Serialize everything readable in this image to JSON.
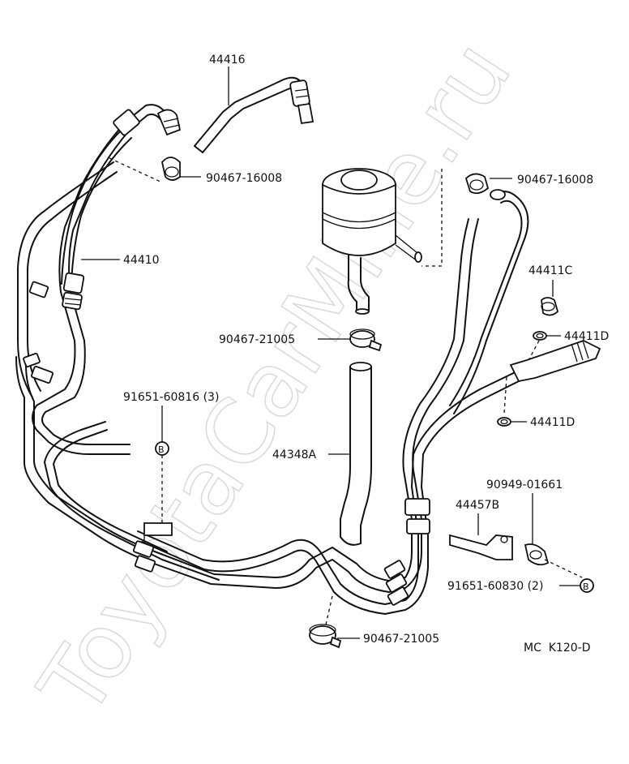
{
  "watermark": "ToyotaCarMine.ru",
  "callouts": {
    "pressure_tube": "44416",
    "clamp_top_left": "90467-16008",
    "return_tube": "44410",
    "clamp_top_right": "90467-16008",
    "union_bolt": "44411C",
    "gasket_upper": "44411D",
    "gasket_lower": "44411D",
    "hose_clamp_upper": "90467-21005",
    "bolt_left": "91651-60816 (3)",
    "reservoir_hose": "44348A",
    "clamp_right": "90949-01661",
    "bracket": "44457B",
    "bolt_right": "91651-60830 (2)",
    "hose_clamp_lower": "90467-21005"
  },
  "bolt_symbol": "B",
  "diagram_code": "MC  K120-D"
}
